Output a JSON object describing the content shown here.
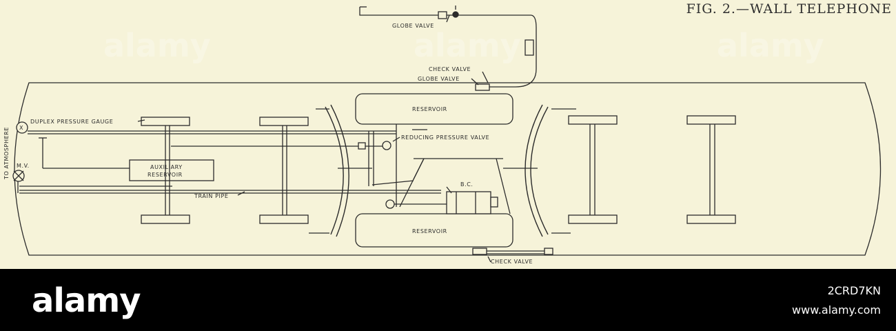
{
  "caption": "FIG. 2.—WALL TELEPHONE",
  "labels": {
    "globe_valve_top": "GLOBE VALVE",
    "check_valve_top": "CHECK VALVE",
    "globe_valve_mid": "GLOBE VALVE",
    "reservoir_top": "RESERVOIR",
    "reservoir_bottom": "RESERVOIR",
    "duplex_gauge": "DUPLEX PRESSURE GAUGE",
    "to_atmosphere": "TO ATMOSPHERE",
    "mv": "M.V.",
    "aux_reservoir_line1": "AUXILIARY",
    "aux_reservoir_line2": "RESERVOIR",
    "reducing_valve": "REDUCING PRESSURE VALVE",
    "bc": "B.C.",
    "train_pipe": "TRAIN PIPE",
    "check_valve_bottom": "CHECK VALVE",
    "gauge_symbol": "X"
  },
  "watermark": "alamy",
  "footer": {
    "logo": "alamy",
    "image_id": "2CRD7KN",
    "url": "www.alamy.com"
  },
  "colors": {
    "paper": "#f6f3d9",
    "ink": "#2b2b2b",
    "footer": "#000000"
  }
}
